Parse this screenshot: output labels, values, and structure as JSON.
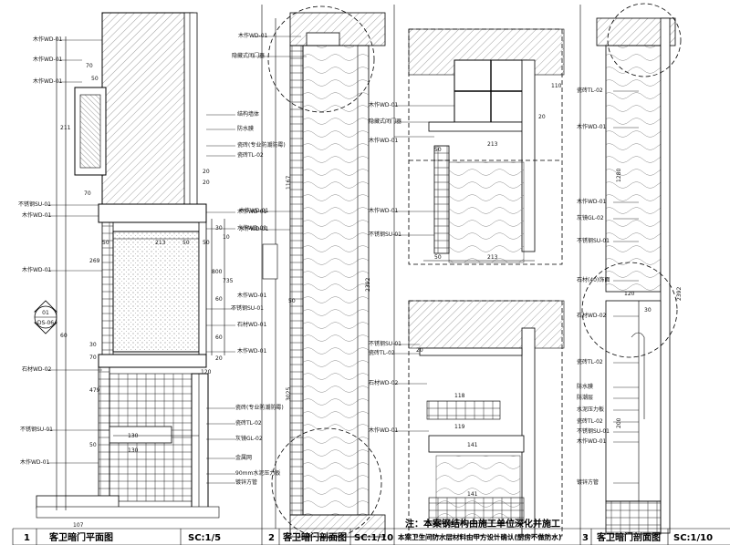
{
  "panel1": {
    "number": "1",
    "title": "客卫暗门平面图",
    "scale": "SC:1/5",
    "callout_top": "01",
    "callout_bottom": "DS-06",
    "labels_left": [
      "木作WD-01",
      "木作WD-01",
      "木作WD-01",
      "不锈钢SU-01",
      "木作WD-01",
      "木作WD-01",
      "石材WD-02",
      "不锈钢SU-01",
      "木作WD-01"
    ],
    "labels_right": [
      "结构墙体",
      "防水膜",
      "瓷砖(专业防潮防霉)",
      "瓷砖TL-02",
      "木作WD-01",
      "水作WD-01",
      "木作WD-01",
      "不锈钢SU-01",
      "石材WD-01",
      "木作WD-01",
      "瓷砖(专业防潮防霉)",
      "瓷砖TL-02",
      "灰镜GL-02",
      "金属网",
      "90mm水泥压力板",
      "镀锌方管"
    ],
    "dims": [
      "70",
      "50",
      "211",
      "20",
      "20",
      "70",
      "50",
      "50",
      "213",
      "50",
      "30",
      "10",
      "800",
      "735",
      "60",
      "60",
      "269",
      "30",
      "70",
      "60",
      "20",
      "120",
      "479",
      "130",
      "50",
      "130",
      "107"
    ]
  },
  "panel2": {
    "number": "2",
    "title": "客卫暗门剖面图",
    "scale": "SC:1/10",
    "labels": [
      "木作WD-01",
      "隐藏式闭门器",
      "木作WD-01",
      "水作WD-01"
    ],
    "dims": [
      "1167",
      "2392",
      "3025",
      "50"
    ]
  },
  "panel3": {
    "number": "3",
    "title": "客卫暗门剖面图",
    "scale": "SC:1/10",
    "labels_left": [
      "木作WD-01",
      "隐藏式闭门器",
      "木作WD-01",
      "木作WD-01",
      "不锈钢SU-01",
      "不锈钢SU-01",
      "瓷砖TL-02",
      "石材WD-02",
      "木作WD-01"
    ],
    "labels_right": [
      "瓷砖TL-02",
      "木作WD-01",
      "木作WD-01",
      "灰镜GL-02",
      "不锈钢SU-01",
      "石材(40)饰面",
      "石材WD-02",
      "瓷砖TL-02",
      "防水膜",
      "防潮层",
      "水泥压力板",
      "瓷砖TL-02",
      "不锈钢SU-01",
      "木作WD-01",
      "镀锌方管"
    ],
    "dims": [
      "110",
      "20",
      "213",
      "50",
      "50",
      "213",
      "20",
      "118",
      "119",
      "141",
      "141",
      "1280",
      "2392",
      "200",
      "120",
      "30"
    ]
  },
  "notes": {
    "line1": "注：本案钢结构由施工单位深化并施工",
    "line2": "本案卫生间防水层材料由甲方设计确认(厨房不做防水)"
  }
}
